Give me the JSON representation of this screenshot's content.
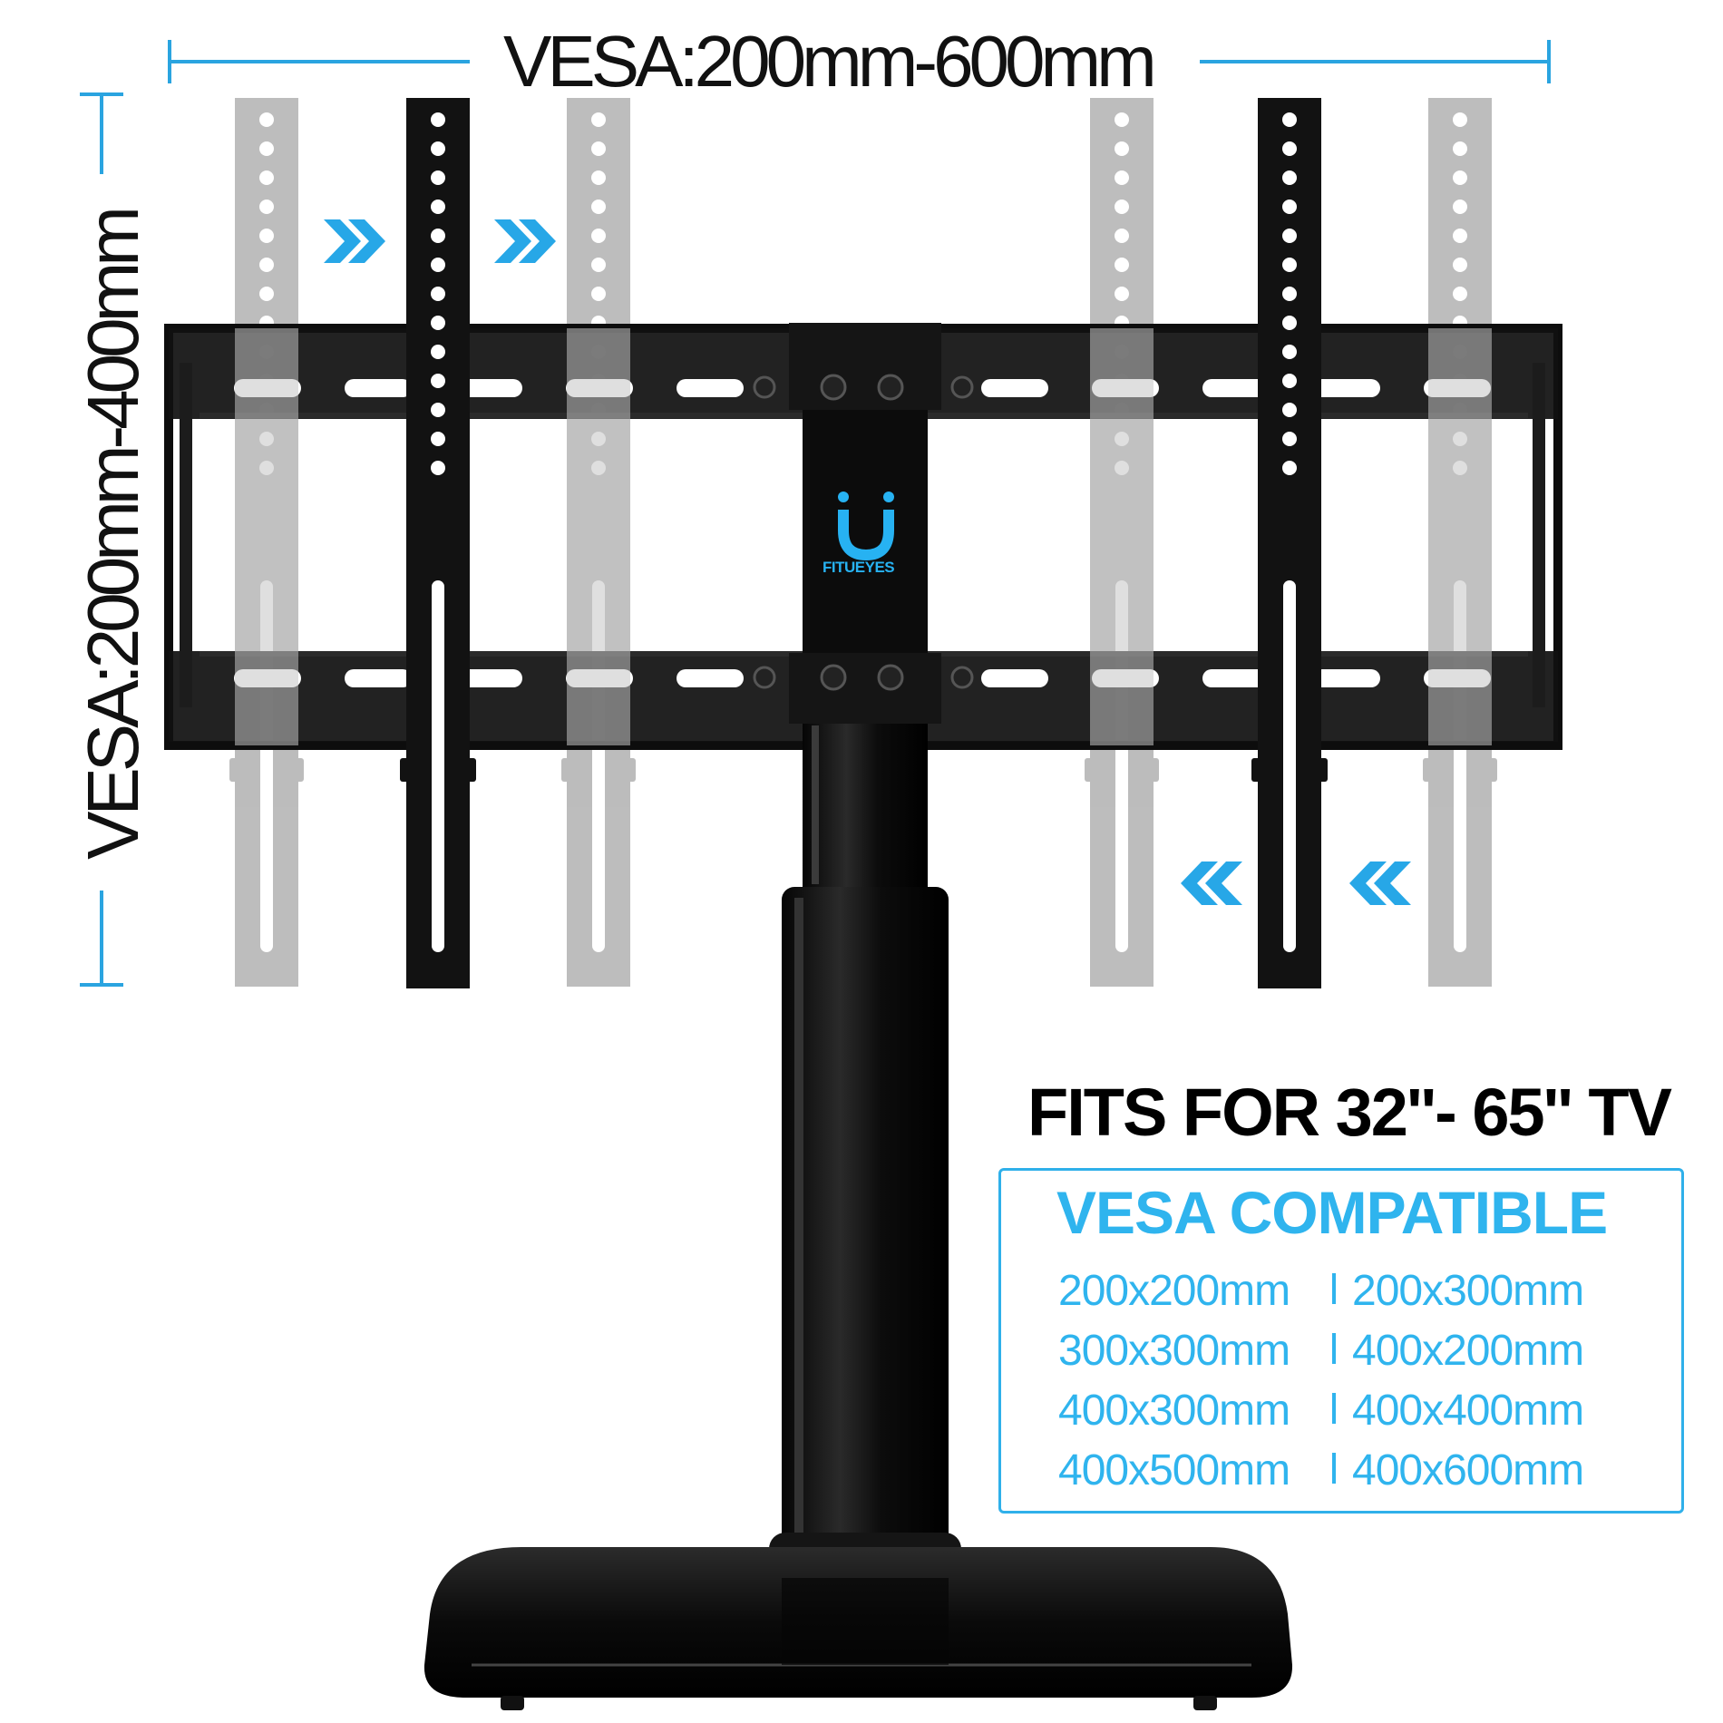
{
  "dimensions": {
    "width_label": "VESA:200mm-600mm",
    "height_label": "VESA:200mm-400mm"
  },
  "fit_text": "FITS FOR  32''- 65'' TV",
  "vesa": {
    "title": "VESA  COMPATIBLE",
    "sizes": [
      [
        "200x200mm",
        "200x300mm"
      ],
      [
        "300x300mm",
        "400x200mm"
      ],
      [
        "400x300mm",
        "400x400mm"
      ],
      [
        "400x500mm",
        "400x600mm"
      ]
    ]
  },
  "brand": {
    "logo_letter": "U",
    "name": "FITUEYES"
  },
  "colors": {
    "accent_blue": "#2fb4ee",
    "stand_black": "#111111",
    "ghost_gray": "#b9b9b9"
  },
  "icons": [
    "double-chevron-right-icon",
    "double-chevron-left-icon",
    "fitueyes-logo-icon"
  ]
}
